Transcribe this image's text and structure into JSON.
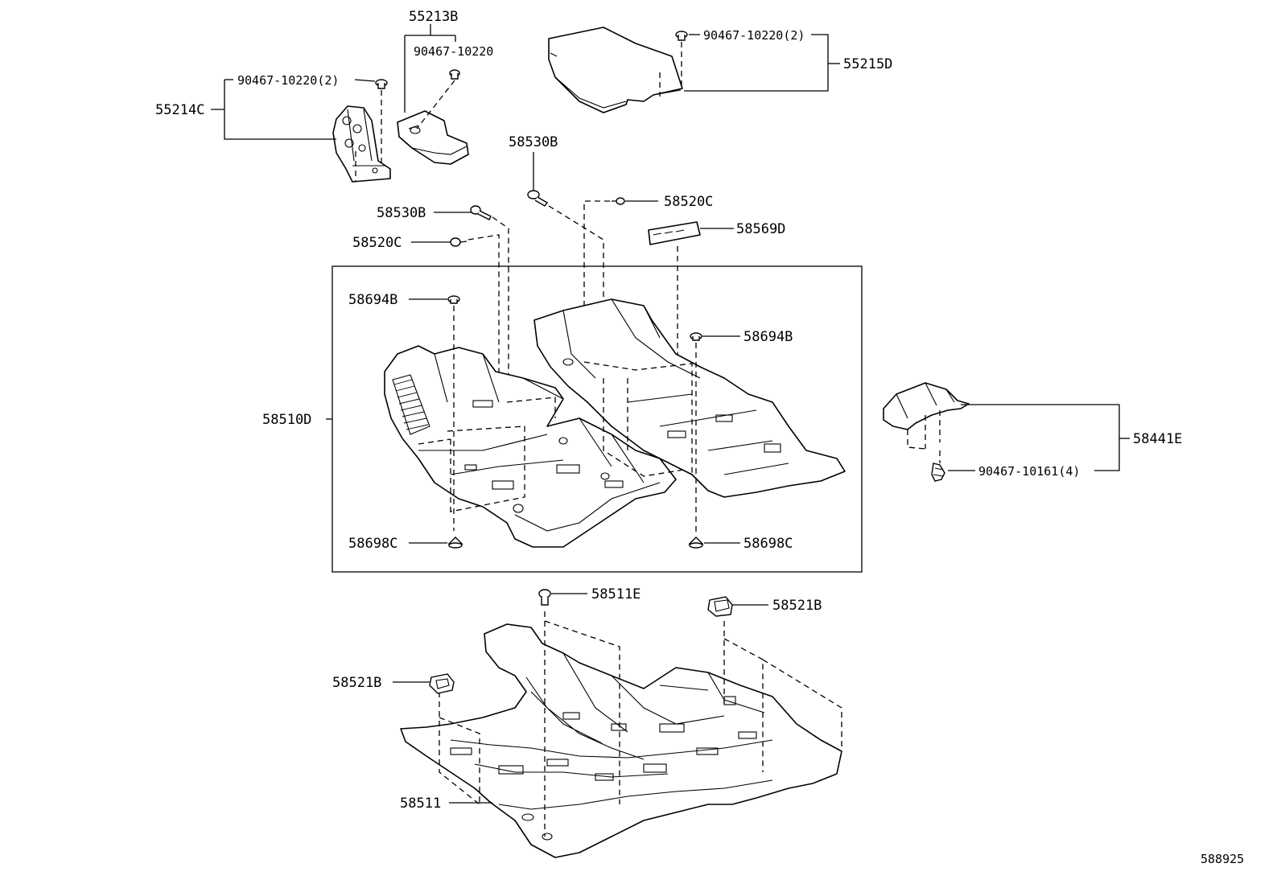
{
  "diagram": {
    "labels": {
      "p55213B": "55213B",
      "p90467_10220_a": "90467-10220",
      "p90467_10220_2_left": "90467-10220(2)",
      "p55214C": "55214C",
      "p90467_10220_2_right": "90467-10220(2)",
      "p55215D": "55215D",
      "p58530B_upper": "58530B",
      "p58530B_lower": "58530B",
      "p58520C_right": "58520C",
      "p58520C_left": "58520C",
      "p58569D": "58569D",
      "p58694B_left": "58694B",
      "p58694B_right": "58694B",
      "p58510D": "58510D",
      "p58698C_left": "58698C",
      "p58698C_right": "58698C",
      "p58441E": "58441E",
      "p90467_10161_4": "90467-10161(4)",
      "p58511E": "58511E",
      "p58521B_right": "58521B",
      "p58521B_left": "58521B",
      "p58511": "58511",
      "figure_number": "588925"
    }
  }
}
